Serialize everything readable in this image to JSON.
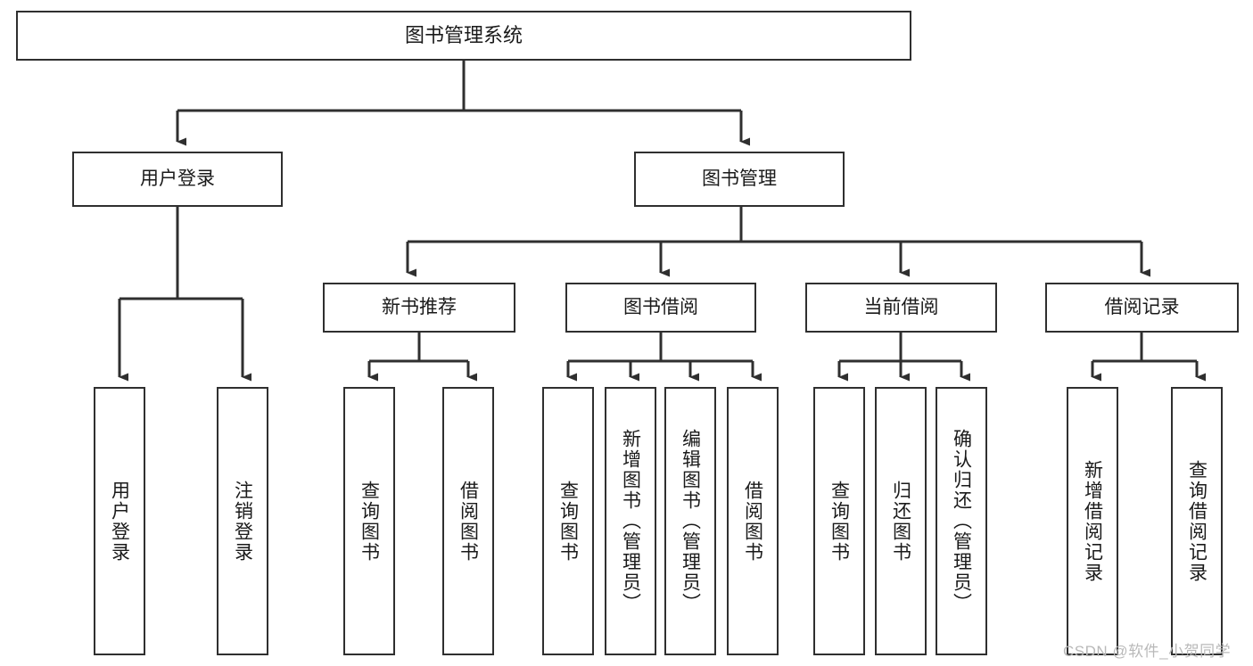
{
  "diagram": {
    "title": "图书管理系统",
    "type": "tree",
    "colors": {
      "background": "#ffffff",
      "box_stroke": "#2f2f2f",
      "edge_stroke": "#2f2f2f",
      "text": "#1a1a1a",
      "watermark": "#b9b9b9"
    },
    "nodes": {
      "root": {
        "label": "图书管理系统"
      },
      "level1": [
        {
          "id": "user-login",
          "label": "用户登录"
        },
        {
          "id": "book-manage",
          "label": "图书管理"
        }
      ],
      "level2": [
        {
          "id": "new-book-recommend",
          "label": "新书推荐"
        },
        {
          "id": "book-borrow",
          "label": "图书借阅"
        },
        {
          "id": "current-borrow",
          "label": "当前借阅"
        },
        {
          "id": "borrow-record",
          "label": "借阅记录"
        }
      ],
      "leaves_user_login": [
        {
          "id": "leaf-user-login",
          "label": "用户登录"
        },
        {
          "id": "leaf-logout-login",
          "label": "注销登录"
        }
      ],
      "leaves_new_book_recommend": [
        {
          "id": "leaf-query-book-1",
          "label": "查询图书"
        },
        {
          "id": "leaf-borrow-book-1",
          "label": "借阅图书"
        }
      ],
      "leaves_book_borrow": [
        {
          "id": "leaf-query-book-2",
          "label": "查询图书"
        },
        {
          "id": "leaf-add-book",
          "label": "新增图书（管理员）"
        },
        {
          "id": "leaf-edit-book",
          "label": "编辑图书（管理员）"
        },
        {
          "id": "leaf-borrow-book-2",
          "label": "借阅图书"
        }
      ],
      "leaves_current_borrow": [
        {
          "id": "leaf-query-book-3",
          "label": "查询图书"
        },
        {
          "id": "leaf-return-book",
          "label": "归还图书"
        },
        {
          "id": "leaf-confirm-return",
          "label": "确认归还（管理员）"
        }
      ],
      "leaves_borrow_record": [
        {
          "id": "leaf-add-borrow-record",
          "label": "新增借阅记录"
        },
        {
          "id": "leaf-query-borrow-record",
          "label": "查询借阅记录"
        }
      ]
    },
    "watermark": "CSDN @软件_小贺同学"
  }
}
